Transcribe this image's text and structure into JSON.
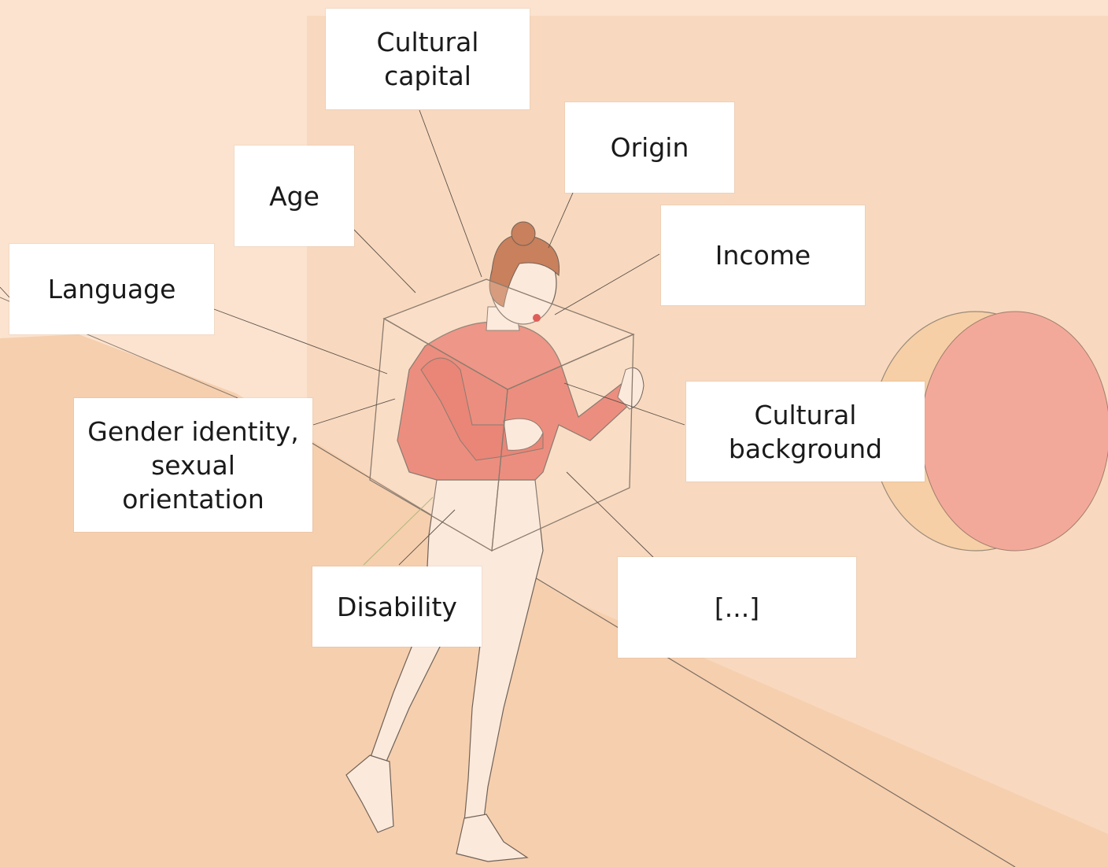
{
  "labels": {
    "cultural_capital": "Cultural\ncapital",
    "origin": "Origin",
    "age": "Age",
    "income": "Income",
    "language": "Language",
    "cultural_background": "Cultural\nbackground",
    "gender_identity": "Gender identity,\nsexual\norientation",
    "disability": "Disability",
    "more": "[...]"
  },
  "colors": {
    "background": "#f9dcc3",
    "shirt": "#e8796a",
    "circle": "#f3a999",
    "box_line": "#9b8a7a"
  }
}
